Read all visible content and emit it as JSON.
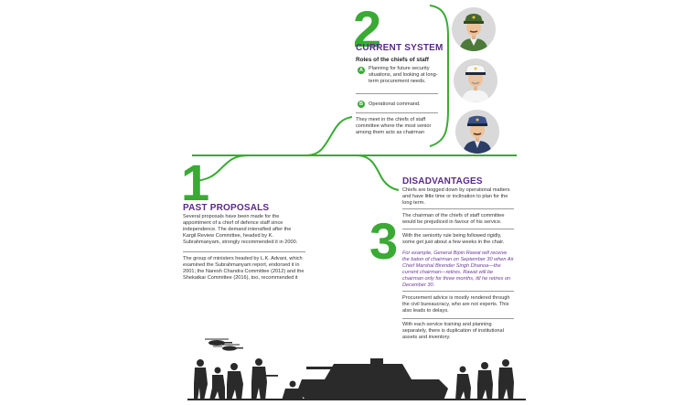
{
  "current": {
    "number": "2",
    "title": "CURRENT SYSTEM",
    "subtitle": "Roles of the chiefs of staff",
    "role_a_badge": "A",
    "role_a": "Planning for future security situations, and looking at long-term procurement needs.",
    "role_b_badge": "B",
    "role_b": "Operational command.",
    "meeting": "They meet in the chiefs of staff committee where the most senior among them acts as chairman"
  },
  "past": {
    "number": "1",
    "title": "PAST PROPOSALS",
    "para1": "Several proposals have been made for the appointment of a chief of defence staff since independence. The demand intensified after the Kargil Review Committee, headed by K. Subrahmanyam, strongly recommended it in 2000.",
    "para2": "The group of ministers headed by L.K. Advani, which examined the Subrahmanyam report, endorsed it in 2001; the Naresh Chandra Committee (2012) and the Shekatkar Committee (2016), too, recommended it"
  },
  "disadvantages": {
    "number": "3",
    "title": "DISADVANTAGES",
    "p1": "Chiefs are bogged down by operational matters and have little time or inclination to plan for the long term.",
    "p2": "The chairman of the chiefs of staff committee would be prejudiced in favour of his service.",
    "p3": "With the seniority rule being followed rigidly, some get just about a few weeks in the chair.",
    "p3_example": "For example, General Bipin Rawat will receive the baton of chairman on September 30 when Air Chief Marshal Birender Singh Dhanoa—the current chairman—retires. Rawat will be chairman only for three months, till he retires on December 30.",
    "p4": "Procurement advice is mostly rendered through the civil bureaucracy, who are not experts. This also leads to delays.",
    "p5": "With each service training and planning separately, there is duplication of institutional assets and inventory."
  },
  "colors": {
    "green": "#3aaa35",
    "purple": "#5b2a86",
    "silhouette": "#2a2a2a"
  },
  "icons": [
    "army-chief-avatar-icon",
    "navy-chief-avatar-icon",
    "airforce-chief-avatar-icon",
    "soldiers-silhouette-icon",
    "tank-icon",
    "helicopter-icon"
  ]
}
